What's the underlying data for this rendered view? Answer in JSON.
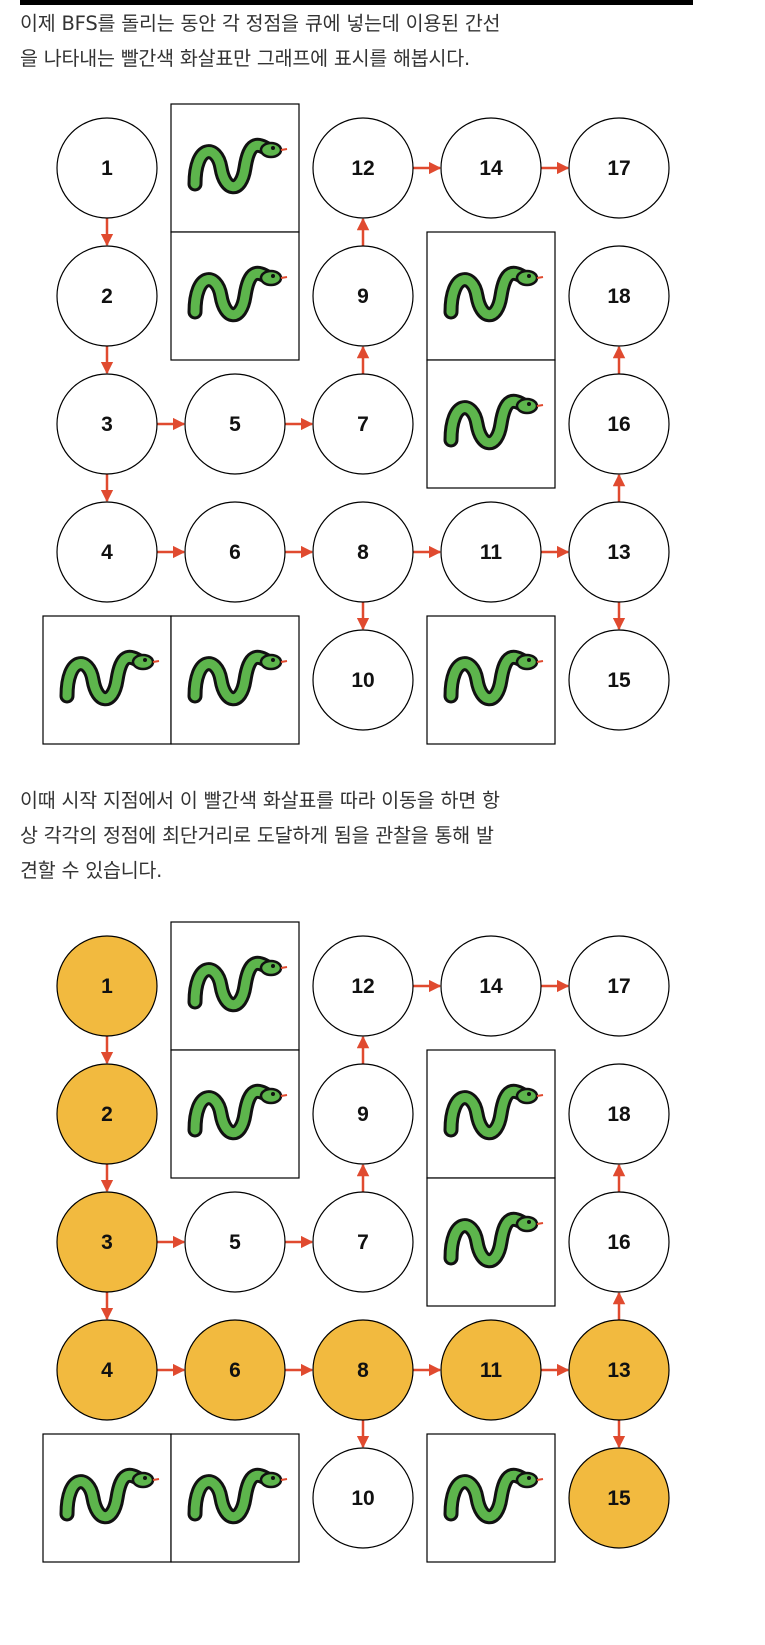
{
  "paragraph1": {
    "line1": "이제 BFS를 돌리는 동안 각 정점을 큐에 넣는데 이용된 간선",
    "line2": "을 나타내는 빨간색 화살표만 그래프에 표시를 해봅시다."
  },
  "paragraph2": {
    "line1": "이때 시작 지점에서 이 빨간색 화살표를 따라 이동을 하면 항",
    "line2": "상 각각의 정점에 최단거리로 도달하게 됨을 관찰을 통해 발",
    "line3": "견할 수 있습니다."
  },
  "colors": {
    "arrow": "#e04a2f",
    "highlight": "#f2ba3f",
    "snake": "#5db54c",
    "node_fill": "#ffffff",
    "stroke": "#000000"
  },
  "graph": {
    "nodes": [
      {
        "id": "1",
        "col": 0,
        "row": 0
      },
      {
        "id": "2",
        "col": 0,
        "row": 1
      },
      {
        "id": "3",
        "col": 0,
        "row": 2
      },
      {
        "id": "4",
        "col": 0,
        "row": 3
      },
      {
        "id": "5",
        "col": 1,
        "row": 2
      },
      {
        "id": "6",
        "col": 1,
        "row": 3
      },
      {
        "id": "7",
        "col": 2,
        "row": 2
      },
      {
        "id": "8",
        "col": 2,
        "row": 3
      },
      {
        "id": "9",
        "col": 2,
        "row": 1
      },
      {
        "id": "10",
        "col": 2,
        "row": 4
      },
      {
        "id": "11",
        "col": 3,
        "row": 3
      },
      {
        "id": "12",
        "col": 2,
        "row": 0
      },
      {
        "id": "13",
        "col": 4,
        "row": 3
      },
      {
        "id": "14",
        "col": 3,
        "row": 0
      },
      {
        "id": "15",
        "col": 4,
        "row": 4
      },
      {
        "id": "16",
        "col": 4,
        "row": 2
      },
      {
        "id": "17",
        "col": 4,
        "row": 0
      },
      {
        "id": "18",
        "col": 4,
        "row": 1
      }
    ],
    "snake_cells": [
      {
        "col": 1,
        "row": 0
      },
      {
        "col": 1,
        "row": 1
      },
      {
        "col": 3,
        "row": 1
      },
      {
        "col": 3,
        "row": 2
      },
      {
        "col": 0,
        "row": 4
      },
      {
        "col": 1,
        "row": 4
      },
      {
        "col": 3,
        "row": 4
      }
    ],
    "edges": [
      [
        "1",
        "2"
      ],
      [
        "2",
        "3"
      ],
      [
        "3",
        "4"
      ],
      [
        "3",
        "5"
      ],
      [
        "5",
        "7"
      ],
      [
        "7",
        "9"
      ],
      [
        "9",
        "12"
      ],
      [
        "12",
        "14"
      ],
      [
        "14",
        "17"
      ],
      [
        "4",
        "6"
      ],
      [
        "6",
        "8"
      ],
      [
        "8",
        "11"
      ],
      [
        "11",
        "13"
      ],
      [
        "8",
        "10"
      ],
      [
        "13",
        "15"
      ],
      [
        "13",
        "16"
      ],
      [
        "16",
        "18"
      ]
    ]
  },
  "figure2_highlighted": [
    "1",
    "2",
    "3",
    "4",
    "6",
    "8",
    "11",
    "13",
    "15"
  ]
}
